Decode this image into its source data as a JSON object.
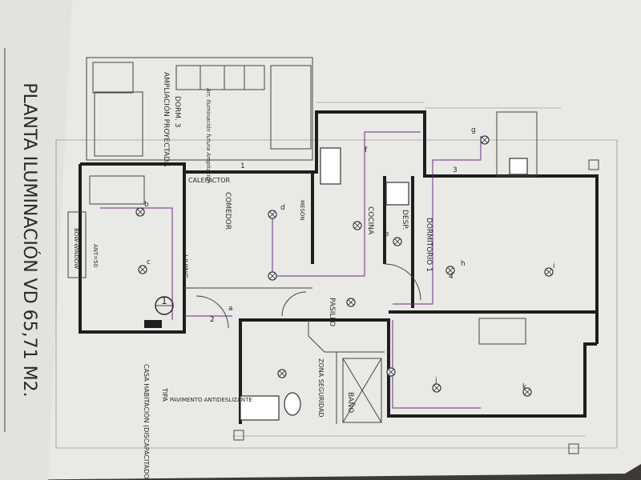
{
  "title": "PLANTA ILUMINACIÓN VD 65,71 M2.",
  "rooms": {
    "ampliacion": "AMPLIACIÓN PROYECTADA",
    "dorm3": "DORM. 3",
    "comedor": "COMEDOR",
    "cocina": "COCINA",
    "desp": "DESP.",
    "dormitorio": "DORMITORIO 1",
    "living": "LIVING",
    "pasillo": "PASILLO",
    "bano": "BAÑO",
    "zona": "ZONA SEGURIDAD",
    "casa": "CASA HABITACIÓN (DISCAPACITADOS)",
    "tipa": "TIPA"
  },
  "notes": {
    "caleactor": "CALEFACTOR",
    "pavimento": "PAVIMENTO ANTIDESLIZANTE",
    "window": "BOW-WINDOW",
    "ant": "ANT=50",
    "meson": "MESÓN",
    "arr": "Arr. Iluminación futura Ampliación",
    "marker": "1"
  },
  "circuit_labels": [
    "g",
    "f",
    "e",
    "d",
    "b",
    "c",
    "h",
    "i",
    "j",
    "k",
    "a",
    "3",
    "4",
    "2",
    "1"
  ]
}
